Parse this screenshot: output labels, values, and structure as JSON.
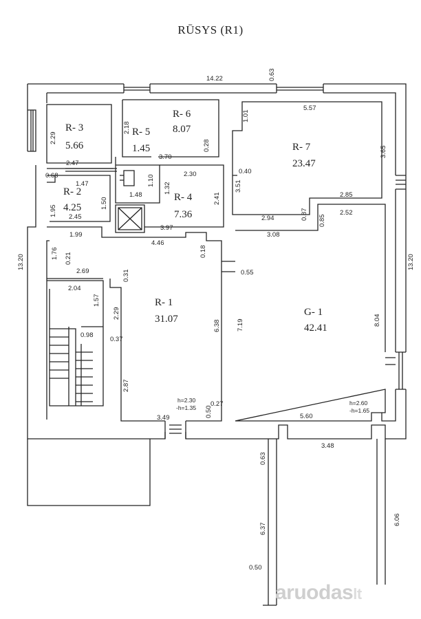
{
  "title": "RŪSYS (R1)",
  "watermark": {
    "brand": "aruodas",
    "suffix": "lt"
  },
  "rooms": [
    {
      "id": "R-1",
      "code": "R- 1",
      "area": "31.07"
    },
    {
      "id": "R-2",
      "code": "R- 2",
      "area": "4.25"
    },
    {
      "id": "R-3",
      "code": "R- 3",
      "area": "5.66"
    },
    {
      "id": "R-4",
      "code": "R- 4",
      "area": "7.36"
    },
    {
      "id": "R-5",
      "code": "R- 5",
      "area": "1.45"
    },
    {
      "id": "R-6",
      "code": "R- 6",
      "area": "8.07"
    },
    {
      "id": "R-7",
      "code": "R- 7",
      "area": "23.47"
    },
    {
      "id": "G-1",
      "code": "G- 1",
      "area": "42.41"
    }
  ],
  "heights": {
    "r1_h": "h=2.30",
    "r1_sub": "-h=1.35",
    "g1_h": "h=2.60",
    "g1_sub": "-h=1.65"
  },
  "dimensions": [
    "14.22",
    "0.63",
    "5.57",
    "1.01",
    "3.65",
    "2.29",
    "2.18",
    "0.28",
    "3.70",
    "1.10",
    "2.47",
    "0.68",
    "1.47",
    "1.95",
    "1.50",
    "1.48",
    "1.32",
    "2.30",
    "0.40",
    "3.51",
    "2.41",
    "2.45",
    "2.85",
    "2.94",
    "0.87",
    "0.85",
    "2.52",
    "1.99",
    "3.97",
    "4.46",
    "3.08",
    "0.18",
    "13.20",
    "13.20",
    "1.76",
    "0.21",
    "2.69",
    "0.55",
    "0.31",
    "2.04",
    "1.57",
    "2.29",
    "7.19",
    "6.38",
    "8.04",
    "0.98",
    "0.37",
    "2.87",
    "0.27",
    "0.50",
    "3.49",
    "5.60",
    "3.48",
    "0.63",
    "6.37",
    "6.06",
    "0.50"
  ]
}
